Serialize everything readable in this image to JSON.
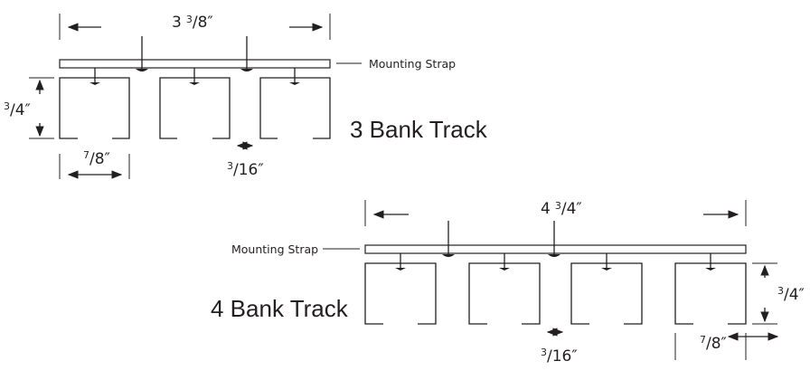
{
  "diagram_3bank": {
    "title": "3 Bank Track",
    "strap_label": "Mounting Strap",
    "overall_width": {
      "whole": "3",
      "num": "3",
      "den": "8″"
    },
    "height": {
      "num": "3",
      "den": "4″"
    },
    "carrier_width": {
      "num": "7",
      "den": "8″"
    },
    "gap": {
      "num": "3",
      "den": "16″"
    }
  },
  "diagram_4bank": {
    "title": "4 Bank Track",
    "strap_label": "Mounting Strap",
    "overall_width": {
      "whole": "4",
      "num": "3",
      "den": "4″"
    },
    "height": {
      "num": "3",
      "den": "4″"
    },
    "carrier_width": {
      "num": "7",
      "den": "8″"
    },
    "gap": {
      "num": "3",
      "den": "16″"
    }
  }
}
